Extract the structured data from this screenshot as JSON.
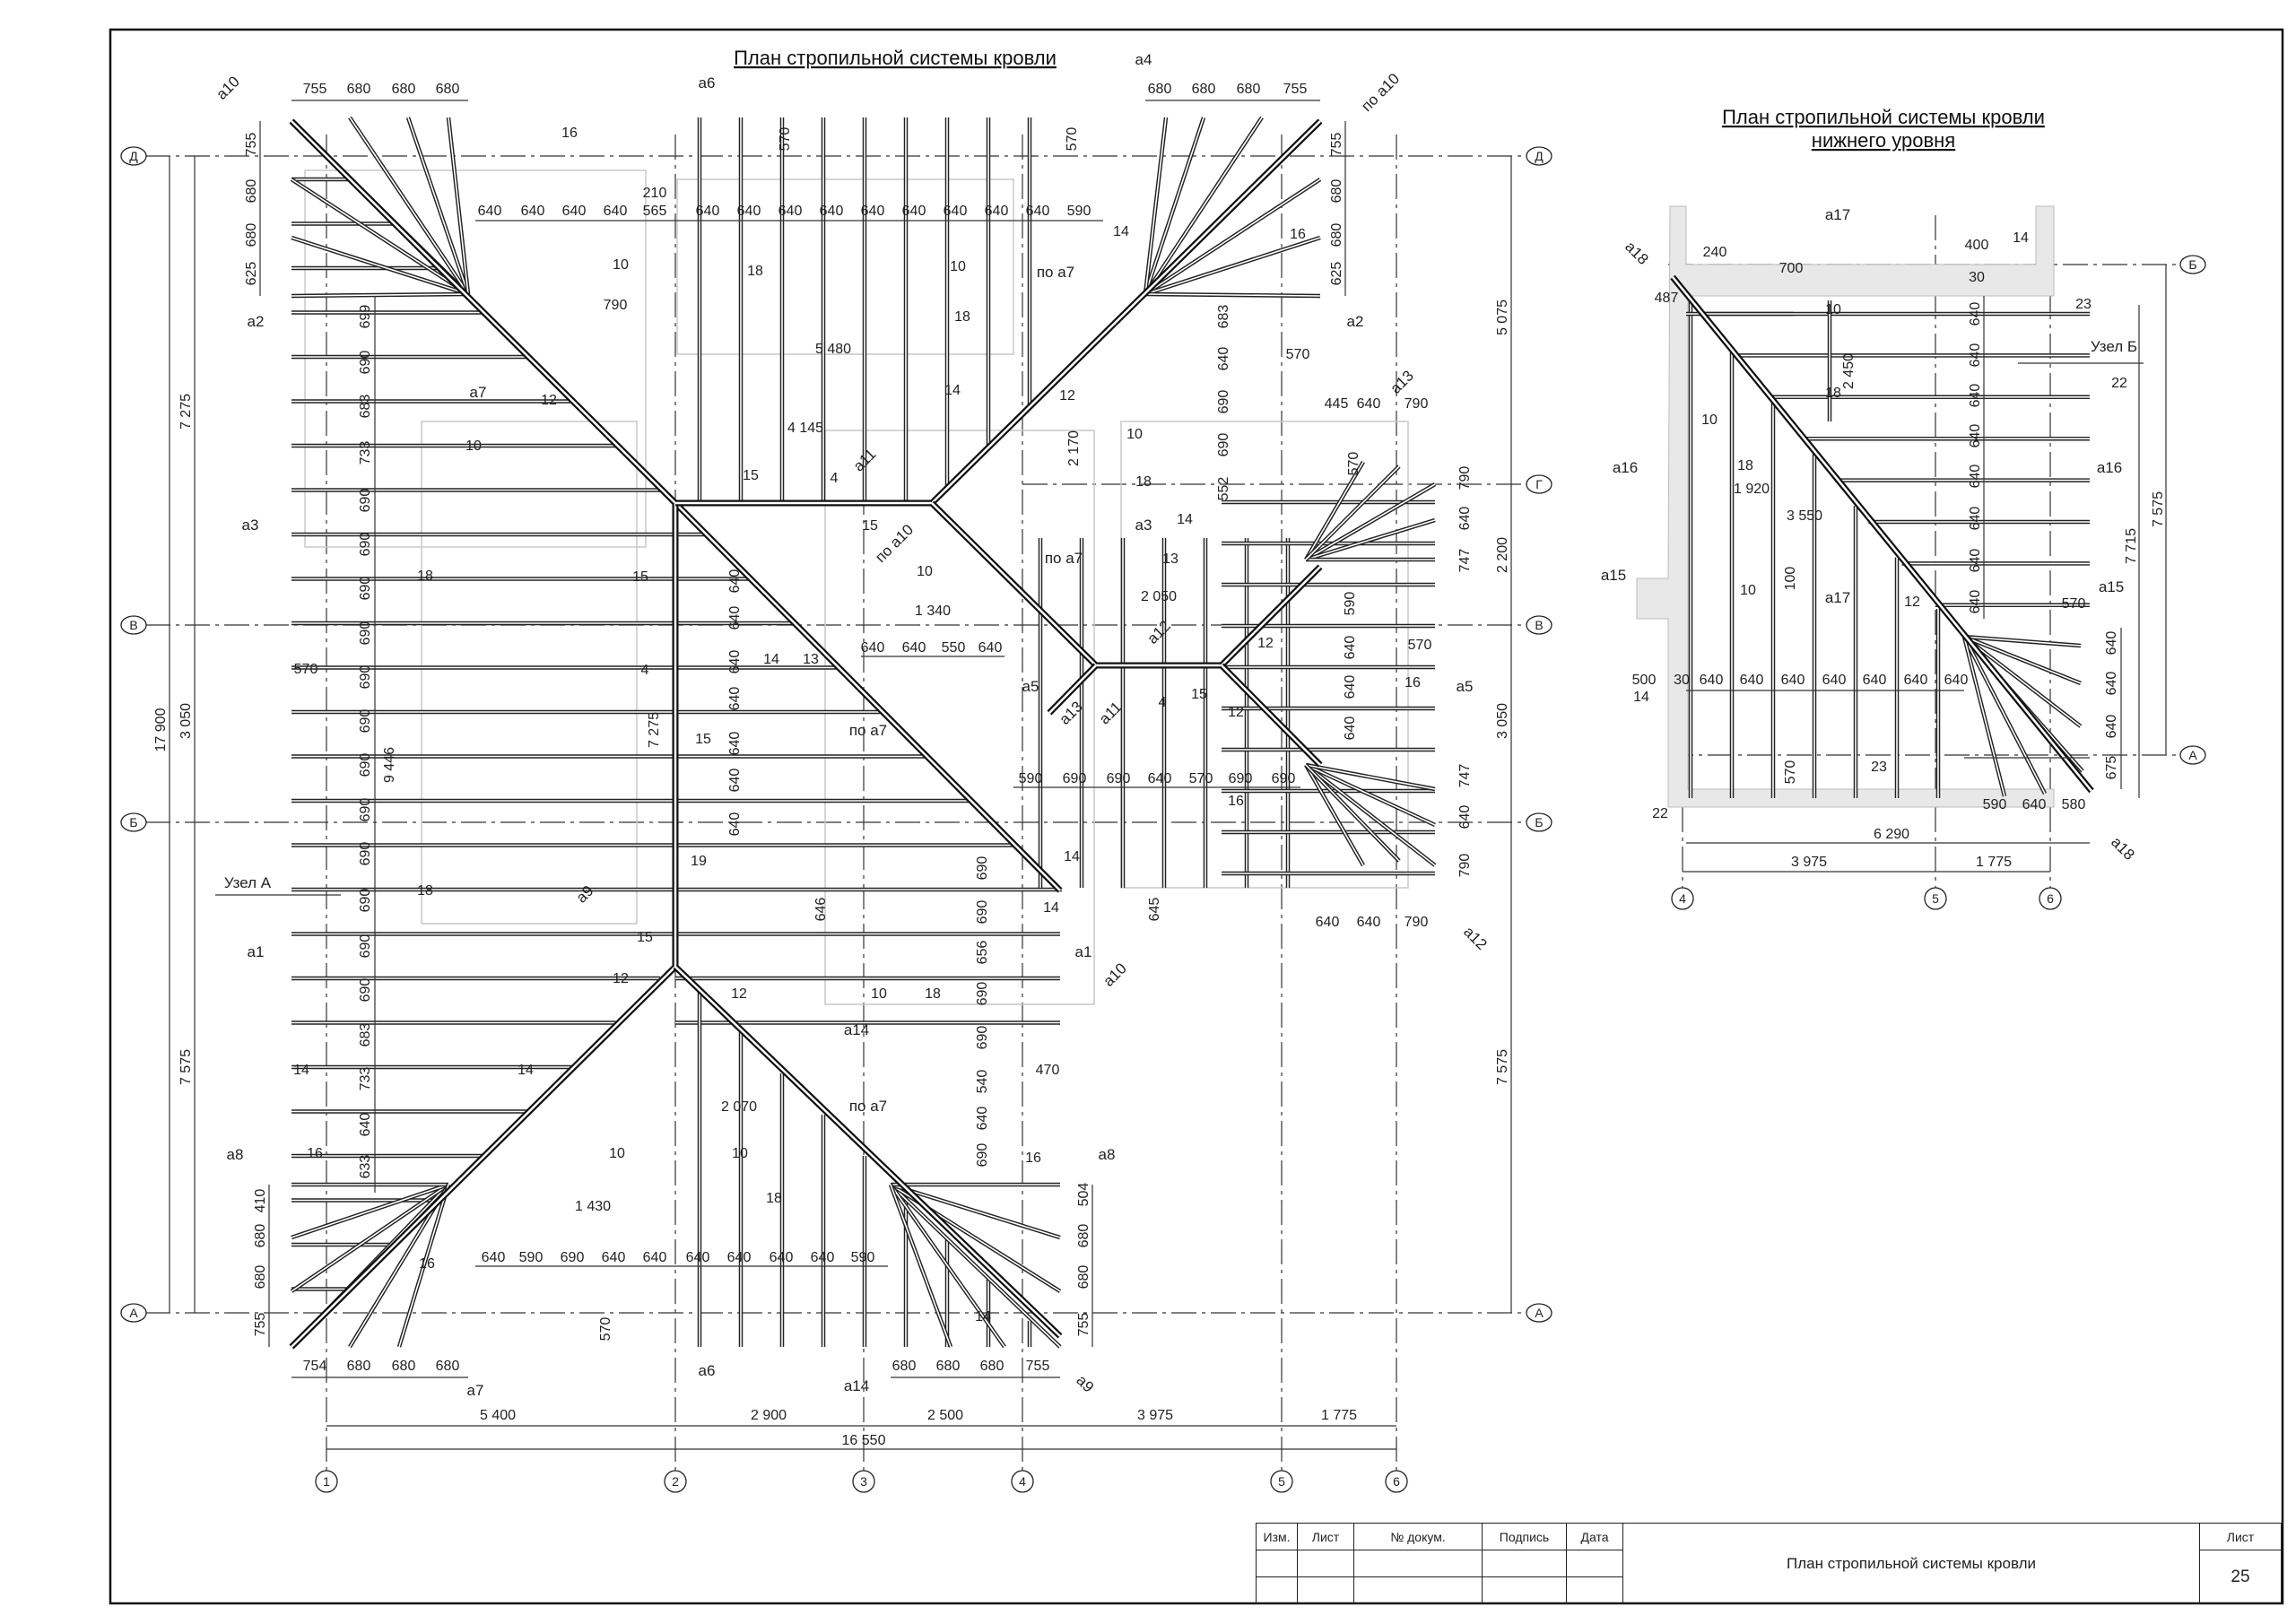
{
  "sheet": {
    "columns": [
      "Изм.",
      "Лист",
      "№ докум.",
      "Подпись",
      "Дата"
    ],
    "title": "План стропильной системы кровли",
    "sheet_label": "Лист",
    "sheet_number": "25"
  },
  "main_plan": {
    "title": "План стропильной системы кровли",
    "node_label": "Узел А",
    "axes_x": [
      "1",
      "2",
      "3",
      "4",
      "5",
      "6"
    ],
    "axes_y": [
      "А",
      "Б",
      "В",
      "Г",
      "Д"
    ],
    "dims": {
      "top_left": [
        "755",
        "680",
        "680",
        "680"
      ],
      "top_right": [
        "680",
        "680",
        "680",
        "755"
      ],
      "bottom_left": [
        "754",
        "680",
        "680",
        "680"
      ],
      "bottom_right": [
        "680",
        "680",
        "680",
        "755"
      ],
      "overall_x": [
        "5 400",
        "2 900",
        "2 500",
        "3 975",
        "1 775"
      ],
      "total_x": "16 550",
      "left_overall": [
        "7 275",
        "3 050",
        "7 575"
      ],
      "total_y": "17 900",
      "right_overall": [
        "5 075",
        "2 200",
        "3 050",
        "7 575"
      ],
      "left_col_top": [
        "755",
        "680",
        "680",
        "625"
      ],
      "left_col": [
        "699",
        "690",
        "683",
        "733",
        "690",
        "690",
        "690",
        "690",
        "690",
        "690",
        "690",
        "690",
        "690",
        "690",
        "690",
        "690",
        "683",
        "733",
        "640",
        "633"
      ],
      "left_col_bottom": [
        "410",
        "680",
        "680",
        "755"
      ],
      "right_col_top": [
        "755",
        "680",
        "680",
        "625"
      ],
      "right_col_bottom": [
        "504",
        "680",
        "680",
        "755"
      ],
      "row_top": [
        "640",
        "640",
        "640",
        "640",
        "565",
        "640",
        "640",
        "640",
        "640",
        "640",
        "640",
        "640",
        "640",
        "640",
        "590"
      ],
      "row_bottom": [
        "640",
        "590",
        "690",
        "640",
        "640",
        "640",
        "640",
        "640",
        "640",
        "590"
      ],
      "row_mid": [
        "640",
        "640",
        "550",
        "640"
      ],
      "row_right": [
        "590",
        "690",
        "690",
        "640",
        "570",
        "690",
        "690"
      ],
      "wing_top": [
        "445",
        "640",
        "790"
      ],
      "wing_bottom": [
        "640",
        "640",
        "790"
      ],
      "wing_col_top": [
        "790",
        "640",
        "747"
      ],
      "wing_col_bottom": [
        "747",
        "640",
        "790"
      ],
      "col_mid": [
        "640",
        "640",
        "640",
        "640",
        "640",
        "640",
        "640"
      ],
      "col_right_a": [
        "690",
        "690",
        "656",
        "690",
        "690",
        "540",
        "640",
        "690"
      ],
      "col_right_b": [
        "683",
        "640",
        "690",
        "690",
        "552"
      ],
      "col_right_c": [
        "590",
        "640",
        "640",
        "640"
      ],
      "misc": [
        "790",
        "5 480",
        "4 145",
        "1 340",
        "2 050",
        "2 070",
        "1 430",
        "570",
        "570",
        "570",
        "470",
        "570",
        "570",
        "570",
        "2 170",
        "7 275",
        "9 446",
        "646",
        "645",
        "570",
        "210"
      ]
    },
    "sections": [
      "а10",
      "а6",
      "а4",
      "по а10",
      "а2",
      "а3",
      "а7",
      "а1",
      "а8",
      "а7",
      "а6",
      "а14",
      "а9",
      "а10",
      "а1",
      "а8",
      "а12",
      "а5",
      "а5",
      "а3",
      "а2",
      "а13",
      "по а7",
      "по а7",
      "по а7",
      "по а7",
      "а11",
      "по а10",
      "а14",
      "а13",
      "а11",
      "а12",
      "а9"
    ],
    "members": [
      "16",
      "10",
      "18",
      "10",
      "18",
      "14",
      "15",
      "4",
      "15",
      "10",
      "14",
      "16",
      "12",
      "10",
      "18",
      "14",
      "13",
      "12",
      "12",
      "16",
      "15",
      "4",
      "16",
      "14",
      "10",
      "12",
      "18",
      "15",
      "4",
      "15",
      "19",
      "15",
      "18",
      "12",
      "12",
      "10",
      "18",
      "14",
      "14",
      "10",
      "10",
      "18",
      "16",
      "16",
      "14",
      "16",
      "14",
      "13",
      "14"
    ]
  },
  "lower_plan": {
    "title_line1": "План стропильной системы кровли",
    "title_line2": "нижнего уровня",
    "node_label": "Узел Б",
    "axes_x": [
      "4",
      "5",
      "6"
    ],
    "axes_y": [
      "Б",
      "А"
    ],
    "dims": {
      "top": [
        "240",
        "700",
        "487",
        "400",
        "30"
      ],
      "col": [
        "640",
        "640",
        "640",
        "640",
        "640",
        "640",
        "640",
        "640"
      ],
      "col_right": [
        "640",
        "640",
        "640",
        "675"
      ],
      "row": [
        "500",
        "30",
        "640",
        "640",
        "640",
        "640",
        "640",
        "640",
        "640"
      ],
      "bottom_right": [
        "590",
        "640",
        "580"
      ],
      "misc": [
        "2 450",
        "1 920",
        "3 550",
        "100",
        "570",
        "570"
      ],
      "width": "6 290",
      "axes_span": [
        "3 975",
        "1 775"
      ],
      "height_outer": "7 575",
      "height_inner": "7 715"
    },
    "sections": [
      "а17",
      "а18",
      "а16",
      "а16",
      "а17",
      "а15",
      "а15",
      "а18"
    ],
    "members": [
      "14",
      "10",
      "23",
      "22",
      "18",
      "10",
      "18",
      "10",
      "12",
      "14",
      "23",
      "22"
    ]
  }
}
